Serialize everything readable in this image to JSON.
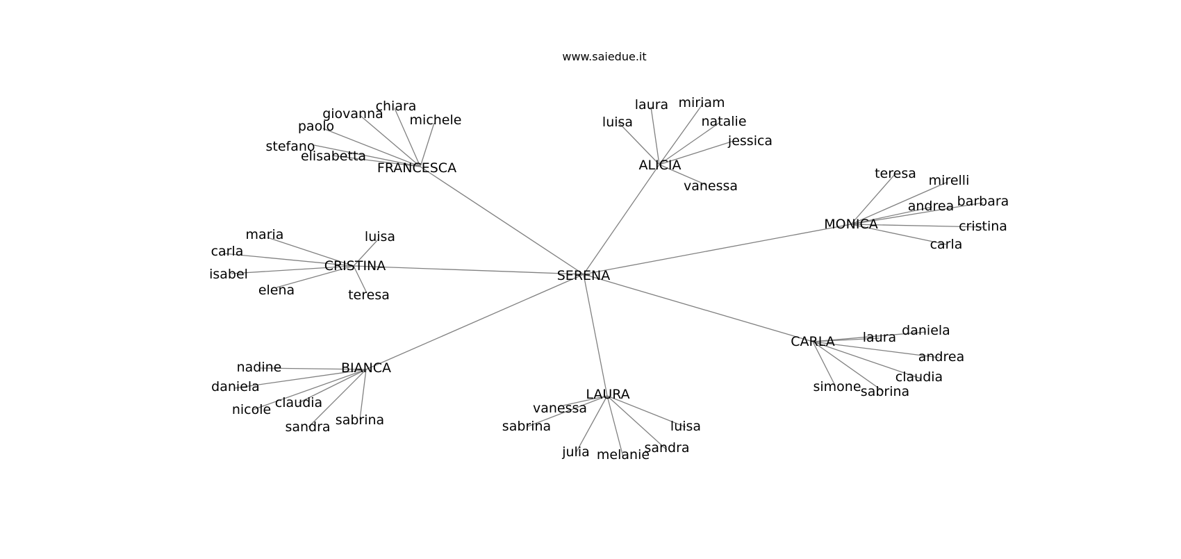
{
  "caption": "www.saiedue.it",
  "edge_color": "#808080",
  "center": "SERENA",
  "groups": [
    {
      "hub": "FRANCESCA",
      "leaves": [
        "chiara",
        "michele",
        "giovanna",
        "paolo",
        "stefano",
        "elisabetta"
      ]
    },
    {
      "hub": "ALICIA",
      "leaves": [
        "laura",
        "miriam",
        "luisa",
        "natalie",
        "jessica",
        "vanessa"
      ]
    },
    {
      "hub": "MONICA",
      "leaves": [
        "teresa",
        "mirelli",
        "barbara",
        "andrea",
        "cristina",
        "carla"
      ]
    },
    {
      "hub": "CRISTINA",
      "leaves": [
        "maria",
        "luisa",
        "carla",
        "isabel",
        "elena",
        "teresa"
      ]
    },
    {
      "hub": "CARLA",
      "leaves": [
        "daniela",
        "laura",
        "andrea",
        "claudia",
        "simone",
        "sabrina"
      ]
    },
    {
      "hub": "BIANCA",
      "leaves": [
        "nadine",
        "daniela",
        "claudia",
        "nicole",
        "sabrina",
        "sandra"
      ]
    },
    {
      "hub": "LAURA",
      "leaves": [
        "vanessa",
        "sabrina",
        "luisa",
        "sandra",
        "julia",
        "melanie"
      ]
    }
  ]
}
